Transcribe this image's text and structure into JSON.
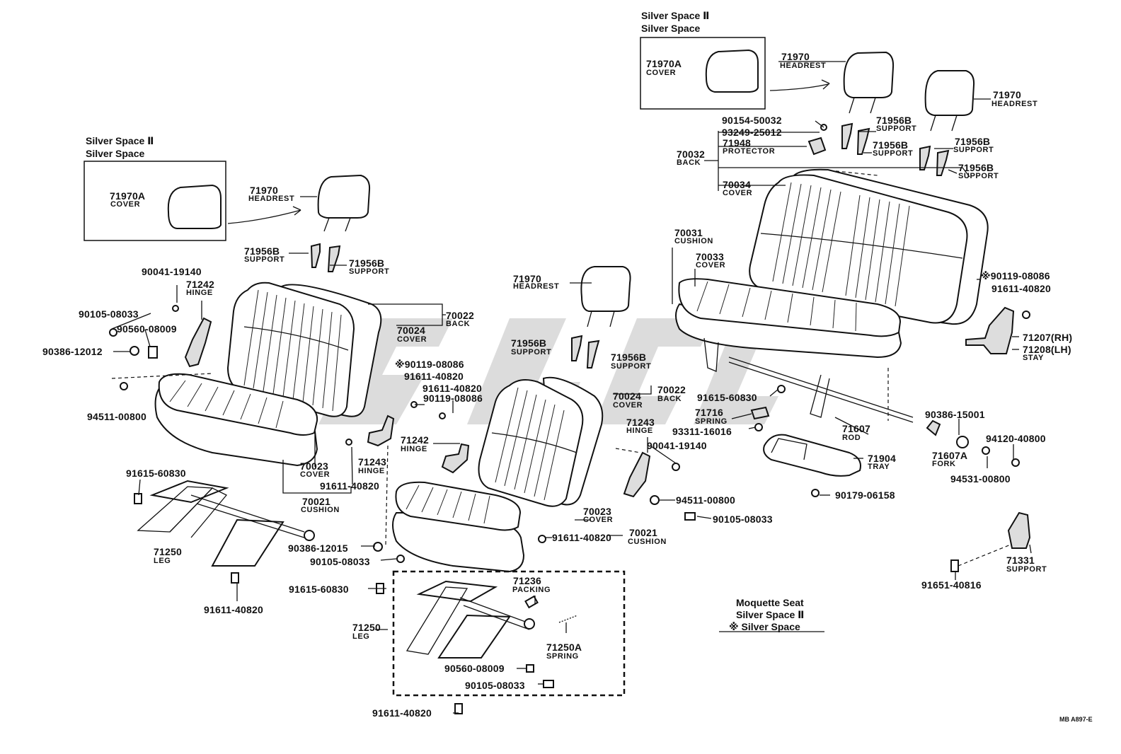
{
  "watermark_text": "SPAL",
  "diagram_code": "MB A897-E",
  "legend": {
    "line1": "Moquette Seat",
    "line2": "Silver Space Ⅱ",
    "line3": "※ Silver Space"
  },
  "boxes": {
    "left_title_1": "Silver Space Ⅱ",
    "left_title_2": "Silver Space",
    "right_title_1": "Silver Space Ⅱ",
    "right_title_2": "Silver Space"
  },
  "callouts": [
    {
      "no": "71970A",
      "name": "COVER"
    },
    {
      "no": "71970",
      "name": "HEADREST"
    },
    {
      "no": "71956B",
      "name": "SUPPORT"
    },
    {
      "no": "71956B",
      "name": "SUPPORT"
    },
    {
      "no": "90041-19140",
      "name": ""
    },
    {
      "no": "71242",
      "name": "HINGE"
    },
    {
      "no": "90105-08033",
      "name": ""
    },
    {
      "no": "90560-08009",
      "name": ""
    },
    {
      "no": "90386-12012",
      "name": ""
    },
    {
      "no": "94511-00800",
      "name": ""
    },
    {
      "no": "70022",
      "name": "BACK"
    },
    {
      "no": "70024",
      "name": "COVER"
    },
    {
      "no": "※90119-08086",
      "name": ""
    },
    {
      "no": "91611-40820",
      "name": ""
    },
    {
      "no": "91611-40820",
      "name": ""
    },
    {
      "no": "90119-08086",
      "name": ""
    },
    {
      "no": "71243",
      "name": "HINGE"
    },
    {
      "no": "70023",
      "name": "COVER"
    },
    {
      "no": "91611-40820",
      "name": ""
    },
    {
      "no": "70021",
      "name": "CUSHION"
    },
    {
      "no": "91615-60830",
      "name": ""
    },
    {
      "no": "71250",
      "name": "LEG"
    },
    {
      "no": "90386-12015",
      "name": ""
    },
    {
      "no": "90105-08033",
      "name": ""
    },
    {
      "no": "91611-40820",
      "name": ""
    },
    {
      "no": "71970",
      "name": "HEADREST"
    },
    {
      "no": "71956B",
      "name": "SUPPORT"
    },
    {
      "no": "71956B",
      "name": "SUPPORT"
    },
    {
      "no": "71242",
      "name": "HINGE"
    },
    {
      "no": "70024",
      "name": "COVER"
    },
    {
      "no": "70022",
      "name": "BACK"
    },
    {
      "no": "71243",
      "name": "HINGE"
    },
    {
      "no": "90041-19140",
      "name": ""
    },
    {
      "no": "94511-00800",
      "name": ""
    },
    {
      "no": "70023",
      "name": "COVER"
    },
    {
      "no": "90105-08033",
      "name": ""
    },
    {
      "no": "91611-40820",
      "name": ""
    },
    {
      "no": "70021",
      "name": "CUSHION"
    },
    {
      "no": "91615-60830",
      "name": ""
    },
    {
      "no": "71236",
      "name": "PACKING"
    },
    {
      "no": "71250",
      "name": "LEG"
    },
    {
      "no": "71250A",
      "name": "SPRING"
    },
    {
      "no": "90560-08009",
      "name": ""
    },
    {
      "no": "90105-08033",
      "name": ""
    },
    {
      "no": "91611-40820",
      "name": ""
    },
    {
      "no": "71970A",
      "name": "COVER"
    },
    {
      "no": "71970",
      "name": "HEADREST"
    },
    {
      "no": "71970",
      "name": "HEADREST"
    },
    {
      "no": "90154-50032",
      "name": ""
    },
    {
      "no": "93249-25012",
      "name": ""
    },
    {
      "no": "71948",
      "name": "PROTECTOR"
    },
    {
      "no": "70032",
      "name": "BACK"
    },
    {
      "no": "70034",
      "name": "COVER"
    },
    {
      "no": "71956B",
      "name": "SUPPORT"
    },
    {
      "no": "71956B",
      "name": "SUPPORT"
    },
    {
      "no": "71956B",
      "name": "SUPPORT"
    },
    {
      "no": "71956B",
      "name": "SUPPORT"
    },
    {
      "no": "70031",
      "name": "CUSHION"
    },
    {
      "no": "70033",
      "name": "COVER"
    },
    {
      "no": "※90119-08086",
      "name": ""
    },
    {
      "no": "91611-40820",
      "name": ""
    },
    {
      "no": "71207(RH)",
      "name": ""
    },
    {
      "no": "71208(LH)",
      "name": "STAY"
    },
    {
      "no": "91615-60830",
      "name": ""
    },
    {
      "no": "71716",
      "name": "SPRING"
    },
    {
      "no": "93311-16016",
      "name": ""
    },
    {
      "no": "71607",
      "name": "ROD"
    },
    {
      "no": "90386-15001",
      "name": ""
    },
    {
      "no": "71607A",
      "name": "FORK"
    },
    {
      "no": "94120-40800",
      "name": ""
    },
    {
      "no": "71904",
      "name": "TRAY"
    },
    {
      "no": "94531-00800",
      "name": ""
    },
    {
      "no": "90179-06158",
      "name": ""
    },
    {
      "no": "71331",
      "name": "SUPPORT"
    },
    {
      "no": "91651-40816",
      "name": ""
    }
  ]
}
